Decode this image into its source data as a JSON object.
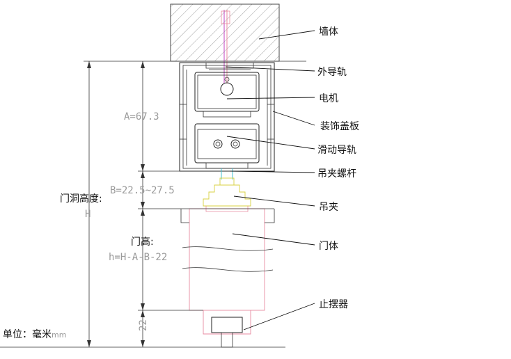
{
  "labels": {
    "wall": "墙体",
    "outer_rail": "外导轨",
    "motor": "电机",
    "cover": "装饰盖板",
    "slide_rail": "滑动导轨",
    "hanger_bolt": "吊夹螺杆",
    "hanger_clip": "吊夹",
    "door_body": "门体",
    "stopper": "止摆器"
  },
  "dimensions": {
    "opening_height_label": "门洞高度:",
    "opening_height_symbol": "H",
    "a_value": "A=67.3",
    "b_value": "B=22.5~27.5",
    "door_height_label": "门高:",
    "door_height_formula": "h=H-A-B-22",
    "bottom_gap": "22"
  },
  "units": {
    "label": "单位：毫米",
    "unit": "mm"
  },
  "colors": {
    "line": "#222222",
    "dimension_text": "#9a9a9a",
    "pink": "#e88aa0",
    "magenta": "#c040c0",
    "yellow": "#d8d040",
    "cyan": "#40c0d0",
    "hatch": "#8a8a8a"
  }
}
